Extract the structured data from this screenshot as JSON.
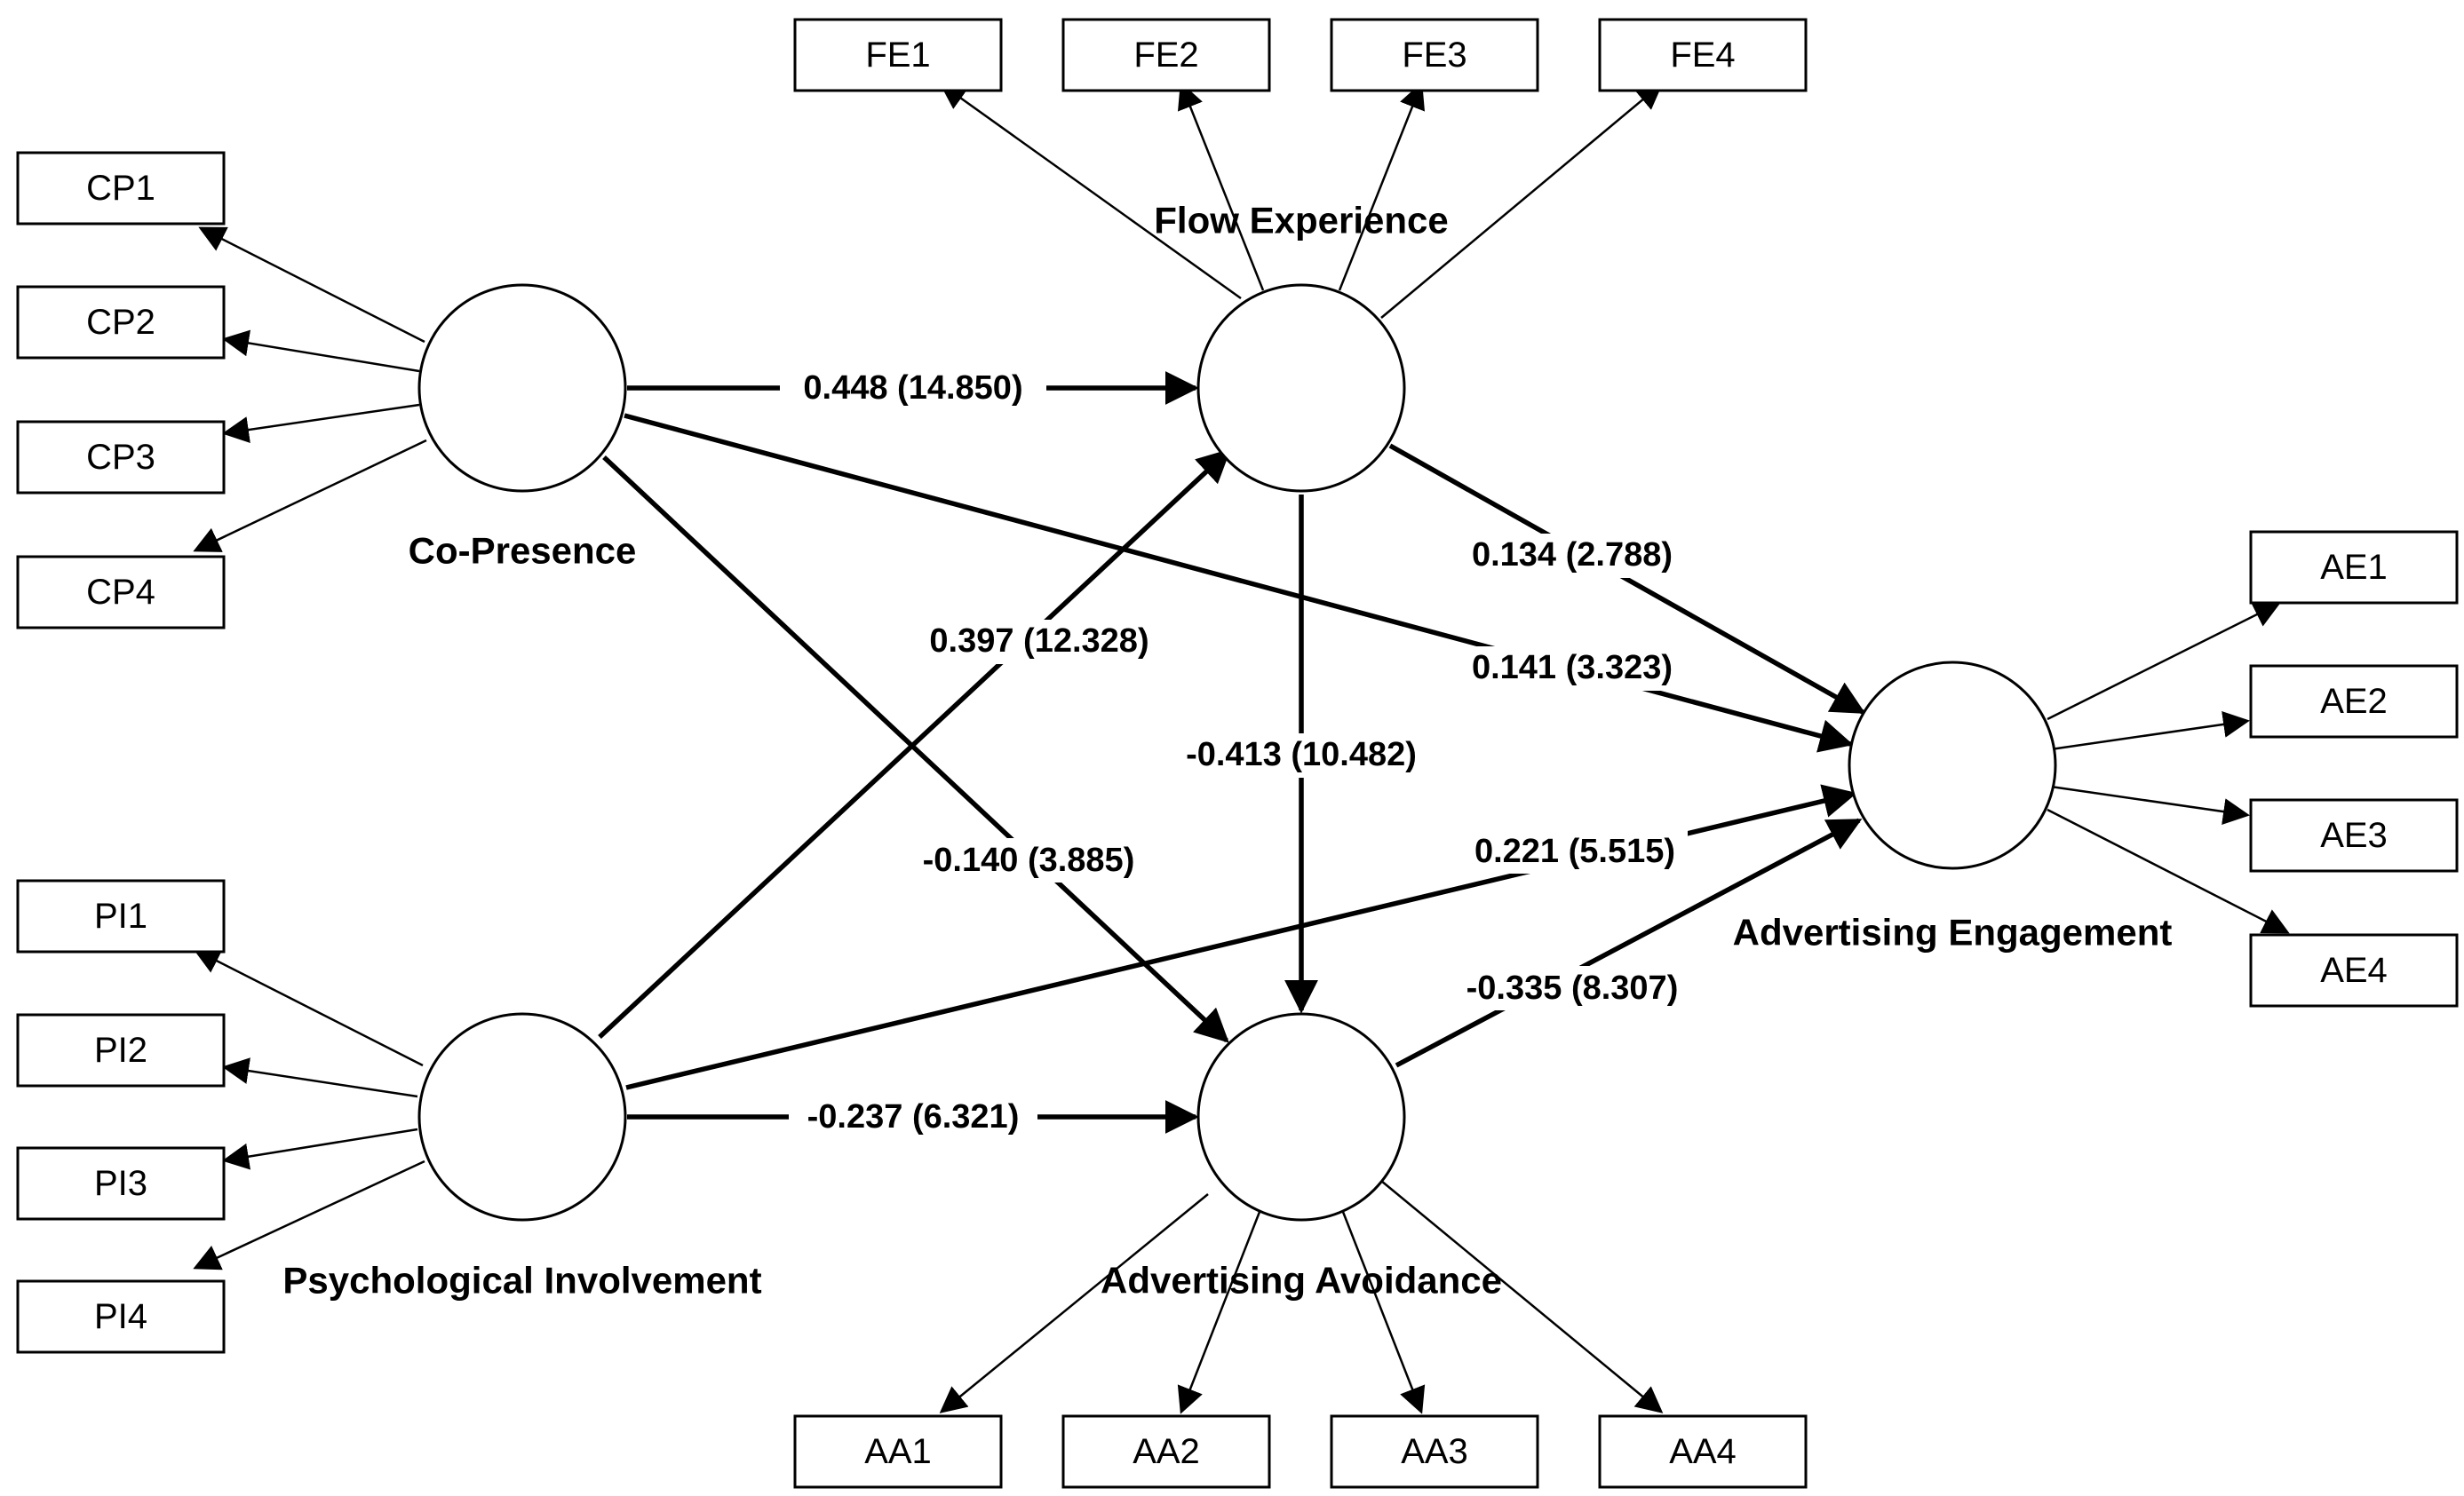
{
  "constructs": {
    "co_presence": {
      "label": "Co-Presence",
      "indicators": [
        "CP1",
        "CP2",
        "CP3",
        "CP4"
      ]
    },
    "psychological_involvement": {
      "label": "Psychological Involvement",
      "indicators": [
        "PI1",
        "PI2",
        "PI3",
        "PI4"
      ]
    },
    "flow_experience": {
      "label": "Flow Experience",
      "indicators": [
        "FE1",
        "FE2",
        "FE3",
        "FE4"
      ]
    },
    "advertising_avoidance": {
      "label": "Advertising Avoidance",
      "indicators": [
        "AA1",
        "AA2",
        "AA3",
        "AA4"
      ]
    },
    "advertising_engagement": {
      "label": "Advertising Engagement",
      "indicators": [
        "AE1",
        "AE2",
        "AE3",
        "AE4"
      ]
    }
  },
  "paths": [
    {
      "from": "Co-Presence",
      "to": "Flow Experience",
      "coefficient": "0.448 (14.850)"
    },
    {
      "from": "Co-Presence",
      "to": "Advertising Engagement",
      "coefficient": "0.141 (3.323)"
    },
    {
      "from": "Co-Presence",
      "to": "Advertising Avoidance",
      "coefficient": "-0.140 (3.885)"
    },
    {
      "from": "Psychological Involvement",
      "to": "Flow Experience",
      "coefficient": "0.397 (12.328)"
    },
    {
      "from": "Psychological Involvement",
      "to": "Advertising Engagement",
      "coefficient": "0.221 (5.515)"
    },
    {
      "from": "Psychological Involvement",
      "to": "Advertising Avoidance",
      "coefficient": "-0.237 (6.321)"
    },
    {
      "from": "Flow Experience",
      "to": "Advertising Engagement",
      "coefficient": "0.134 (2.788)"
    },
    {
      "from": "Flow Experience",
      "to": "Advertising Avoidance",
      "coefficient": "-0.413 (10.482)"
    },
    {
      "from": "Advertising Avoidance",
      "to": "Advertising Engagement",
      "coefficient": "-0.335 (8.307)"
    }
  ]
}
